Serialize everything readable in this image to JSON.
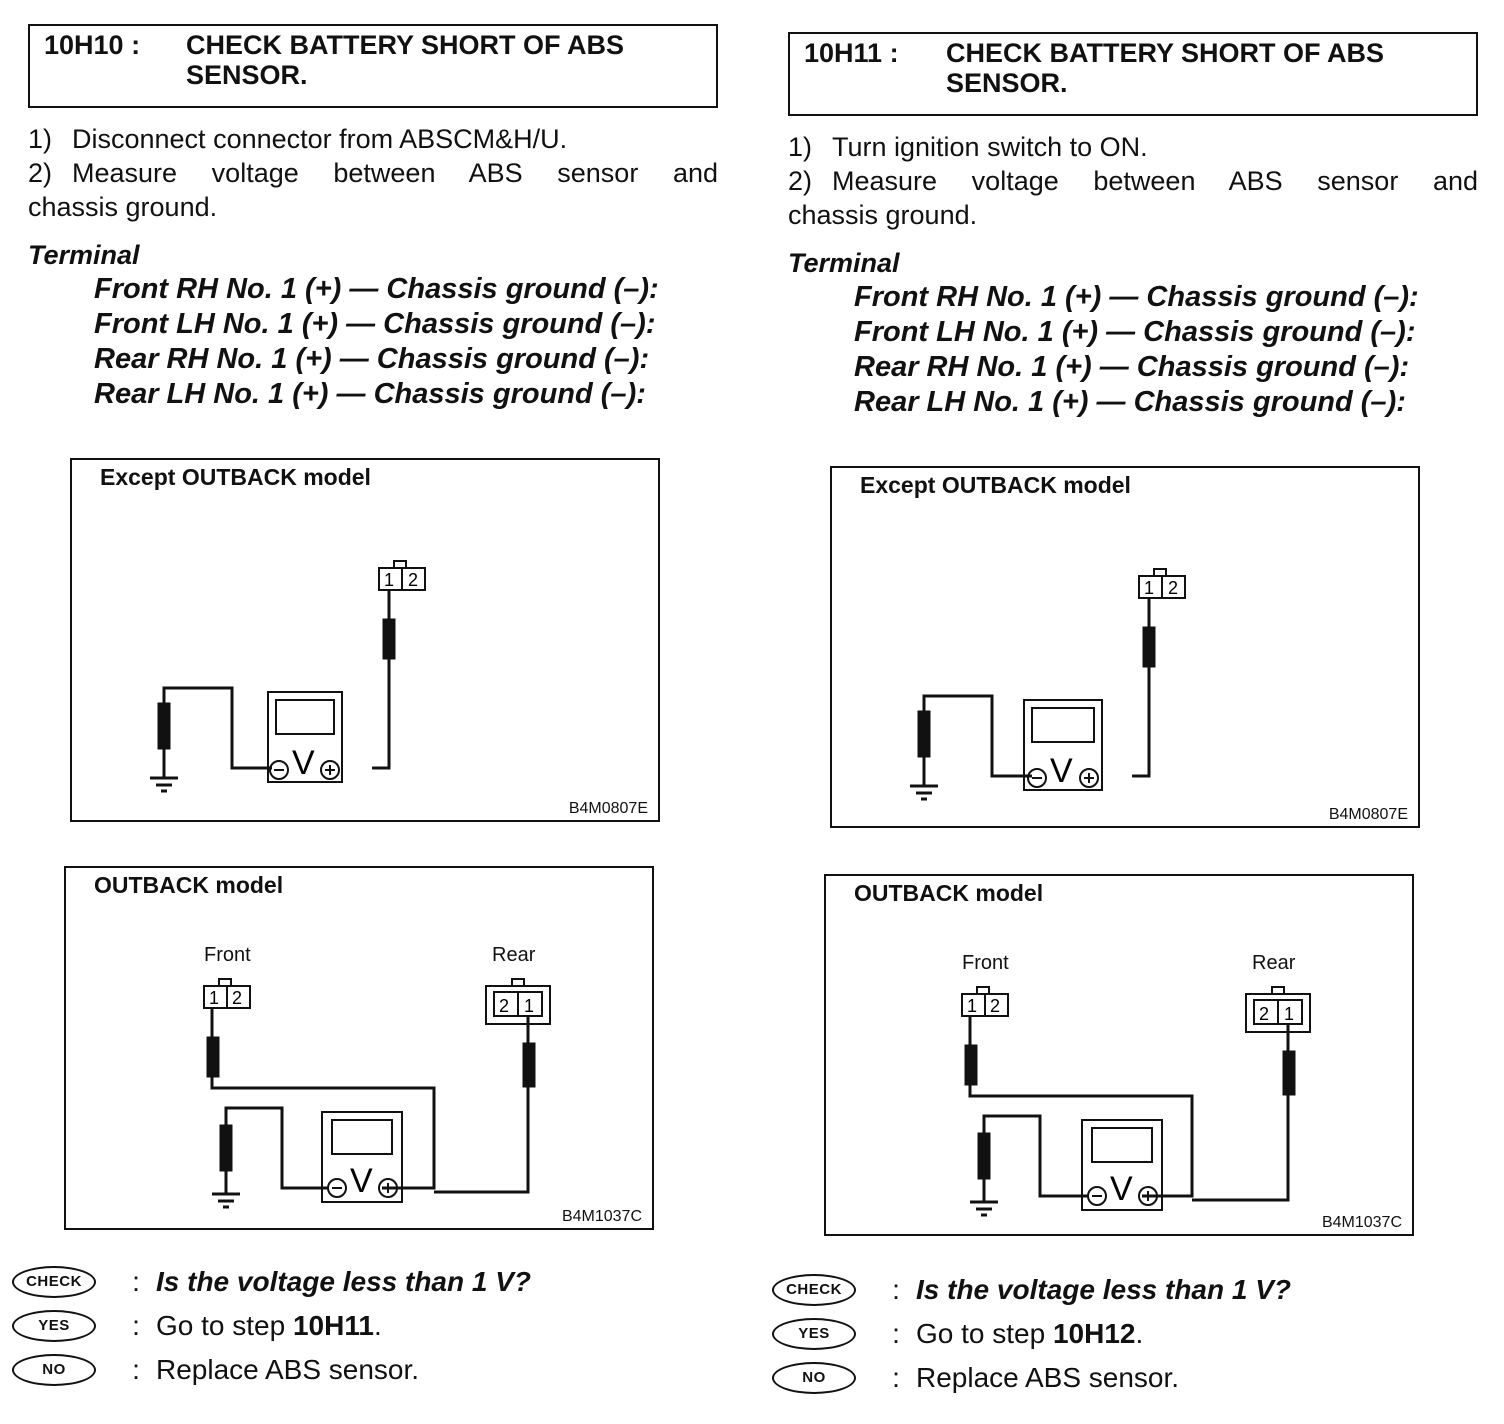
{
  "left": {
    "step_id": "10H10 :",
    "title_line1": "CHECK BATTERY SHORT OF ABS",
    "title_line2": "SENSOR.",
    "instr1_num": "1)",
    "instr1": "Disconnect connector from ABSCM&H/U.",
    "instr2_num": "2)",
    "instr2a": "Measure voltage between ABS sensor and",
    "instr2b": "chassis ground.",
    "terminal_label": "Terminal",
    "terminals": [
      "Front RH No. 1 (+) — Chassis ground (–):",
      "Front LH No. 1 (+) — Chassis ground (–):",
      "Rear RH No. 1 (+) — Chassis ground (–):",
      "Rear LH No. 1 (+) — Chassis ground (–):"
    ],
    "fig1": {
      "title": "Except OUTBACK model",
      "code": "B4M0807E",
      "pin1": "1",
      "pin2": "2"
    },
    "fig2": {
      "title": "OUTBACK model",
      "code": "B4M1037C",
      "front": "Front",
      "rear": "Rear",
      "f_pin1": "1",
      "f_pin2": "2",
      "r_pin1": "2",
      "r_pin2": "1"
    },
    "check_badge": "CHECK",
    "yes_badge": "YES",
    "no_badge": "NO",
    "colon": ":",
    "question": "Is the voltage less than 1 V?",
    "yes_prefix": "Go to step ",
    "yes_step": "10H11",
    "yes_suffix": ".",
    "no_text": "Replace ABS sensor."
  },
  "right": {
    "step_id": "10H11 :",
    "title_line1": "CHECK BATTERY SHORT OF ABS",
    "title_line2": "SENSOR.",
    "instr1_num": "1)",
    "instr1": "Turn ignition switch to ON.",
    "instr2_num": "2)",
    "instr2a": "Measure voltage between ABS sensor and",
    "instr2b": "chassis ground.",
    "terminal_label": "Terminal",
    "terminals": [
      "Front RH No. 1 (+) — Chassis ground (–):",
      "Front LH No. 1 (+) — Chassis ground (–):",
      "Rear RH No. 1 (+) — Chassis ground (–):",
      "Rear LH No. 1 (+) — Chassis ground (–):"
    ],
    "fig1": {
      "title": "Except OUTBACK model",
      "code": "B4M0807E",
      "pin1": "1",
      "pin2": "2"
    },
    "fig2": {
      "title": "OUTBACK model",
      "code": "B4M1037C",
      "front": "Front",
      "rear": "Rear",
      "f_pin1": "1",
      "f_pin2": "2",
      "r_pin1": "2",
      "r_pin2": "1"
    },
    "check_badge": "CHECK",
    "yes_badge": "YES",
    "no_badge": "NO",
    "colon": ":",
    "question": "Is the voltage less than 1 V?",
    "yes_prefix": "Go to step ",
    "yes_step": "10H12",
    "yes_suffix": ".",
    "no_text": "Replace ABS sensor."
  },
  "meter_symbol": "V"
}
